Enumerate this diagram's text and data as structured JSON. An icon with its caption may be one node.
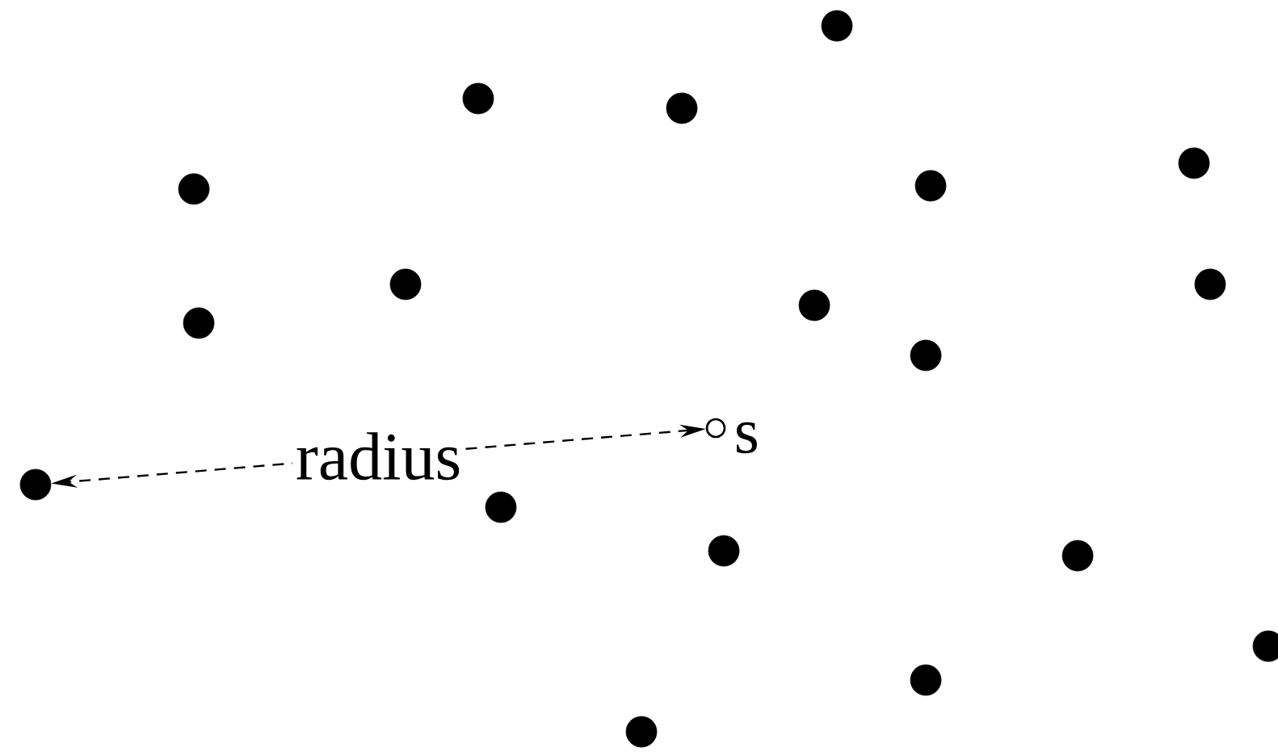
{
  "diagram": {
    "nodes": [
      {
        "text": [],
        "shape": "circle"
      },
      {
        "text": [],
        "shape": "circle"
      },
      {
        "text": [],
        "shape": "circle"
      },
      {
        "text": [],
        "shape": "circle"
      },
      {
        "text": [],
        "shape": "circle"
      },
      {
        "text": [],
        "shape": "circle"
      },
      {
        "text": [],
        "shape": "circle"
      },
      {
        "text": [],
        "shape": "circle"
      },
      {
        "text": [],
        "shape": "circle",
        "beside": [
          "s"
        ]
      },
      {
        "text": [],
        "shape": "circle"
      },
      {
        "text": [],
        "shape": "circle"
      },
      {
        "text": [],
        "shape": "circle"
      },
      {
        "text": [],
        "shape": "circle"
      },
      {
        "text": [],
        "shape": "circle"
      },
      {
        "text": [],
        "shape": "circle"
      },
      {
        "text": [],
        "shape": "circle"
      },
      {
        "text": [],
        "shape": "circle"
      },
      {
        "text": [],
        "shape": "circle"
      },
      {
        "text": [],
        "shape": "circle"
      }
    ],
    "edges": [
      {
        "from": 8,
        "to": 0,
        "arrow": "both",
        "label": "radius",
        "style": "dashed"
      }
    ]
  }
}
